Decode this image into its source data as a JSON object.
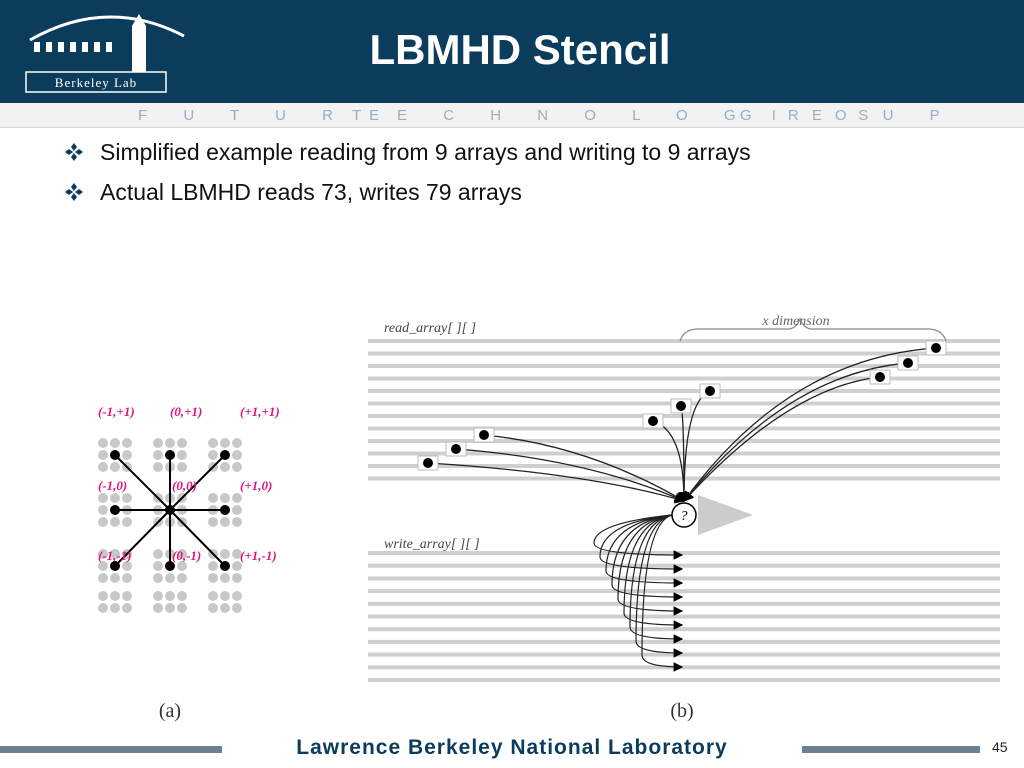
{
  "header": {
    "logo_text": "Berkeley Lab",
    "title": "LBMHD Stencil",
    "group_words": [
      "F U T U R E",
      "T E C H N O L O G I E S",
      "G R O U P"
    ]
  },
  "bullets": [
    "Simplified example reading from 9 arrays and writing to 9 arrays",
    "Actual LBMHD reads 73, writes 79 arrays"
  ],
  "figure_a": {
    "labels": [
      "(-1,+1)",
      "(0,+1)",
      "(+1,+1)",
      "(-1,0)",
      "(0,0)",
      "(+1,0)",
      "(-1,-1)",
      "(0,-1)",
      "(+1,-1)"
    ],
    "caption": "(a)",
    "label_color": "#e0147a"
  },
  "figure_b": {
    "read_label": "read_array[ ][ ]",
    "write_label": "write_array[ ][ ]",
    "dimension_label": "x dimension",
    "center_symbol": "?",
    "caption": "(b)"
  },
  "footer": {
    "lab_name": "Lawrence Berkeley National Laboratory",
    "page_number": "45"
  },
  "colors": {
    "header_bg": "#0c3c5c",
    "footer_bar": "#6d7f93",
    "group_text": "#9aaec3"
  }
}
